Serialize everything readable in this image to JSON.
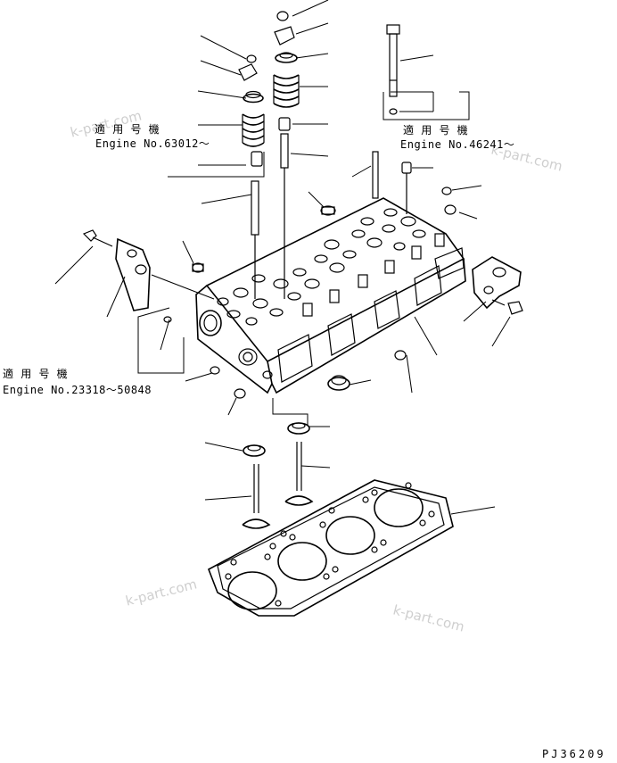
{
  "notes": [
    {
      "id": "note1",
      "line1": "適 用 号 機",
      "line2": "Engine No.63012～"
    },
    {
      "id": "note2",
      "line1": "適 用 号 機",
      "line2": "Engine No.46241～"
    },
    {
      "id": "note3",
      "line1": "適 用 号 機",
      "line2": "Engine No.23318～50848"
    }
  ],
  "watermark": "k-part.com",
  "drawing_code": "PJ36209",
  "colors": {
    "ink": "#000000",
    "watermark": "#cfcfcf",
    "background": "#ffffff"
  }
}
